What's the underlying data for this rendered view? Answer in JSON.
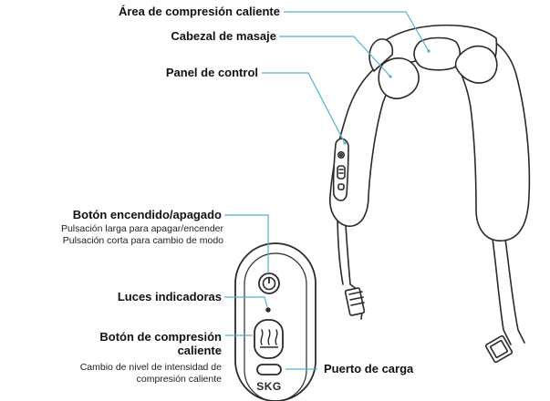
{
  "labels": {
    "hot_area": "Área de compresión caliente",
    "massage_head": "Cabezal de masaje",
    "control_panel": "Panel de control",
    "power_button": {
      "title": "Botón encendido/apagado",
      "line1": "Pulsación larga para apagar/encender",
      "line2": "Pulsación corta para cambio de modo"
    },
    "indicator_lights": "Luces indicadoras",
    "heat_button": {
      "title_line1": "Botón de compresión",
      "title_line2": "caliente",
      "line1": "Cambio de nivel de intensidad de",
      "line2": "compresión caliente"
    },
    "charging_port": "Puerto de carga"
  },
  "brand": "SKG",
  "colors": {
    "line": "#4fb3c8",
    "outline": "#2a2a2a",
    "device_fill": "#ffffff"
  }
}
